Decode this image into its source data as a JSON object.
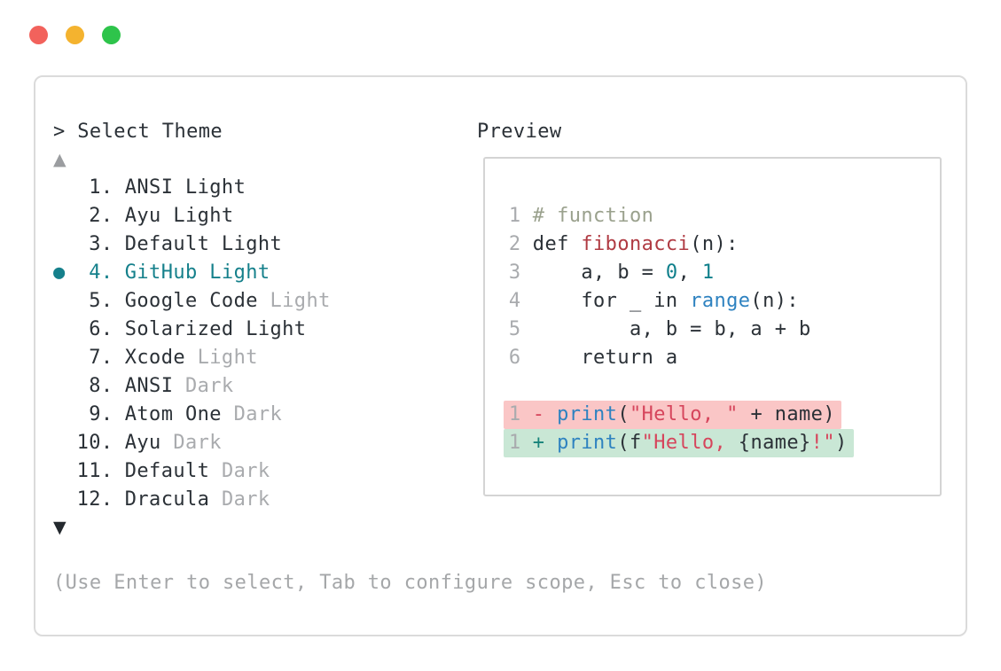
{
  "window_controls": {
    "buttons": [
      {
        "name": "close",
        "color": "#F2625C"
      },
      {
        "name": "minimize",
        "color": "#F4B32F"
      },
      {
        "name": "zoom",
        "color": "#2EC44B"
      }
    ]
  },
  "picker": {
    "title": "> Select Theme",
    "up_arrow": "▲",
    "down_arrow": "▼",
    "items": [
      {
        "number": "1.",
        "name": "ANSI Light",
        "variant": "",
        "selected": false
      },
      {
        "number": "2.",
        "name": "Ayu Light",
        "variant": "",
        "selected": false
      },
      {
        "number": "3.",
        "name": "Default Light",
        "variant": "",
        "selected": false
      },
      {
        "number": "4.",
        "name": "GitHub Light",
        "variant": "",
        "selected": true
      },
      {
        "number": "5.",
        "name": "Google Code",
        "variant": "Light",
        "selected": false
      },
      {
        "number": "6.",
        "name": "Solarized Light",
        "variant": "",
        "selected": false
      },
      {
        "number": "7.",
        "name": "Xcode",
        "variant": "Light",
        "selected": false
      },
      {
        "number": "8.",
        "name": "ANSI",
        "variant": "Dark",
        "selected": false
      },
      {
        "number": "9.",
        "name": "Atom One",
        "variant": "Dark",
        "selected": false
      },
      {
        "number": "10.",
        "name": "Ayu",
        "variant": "Dark",
        "selected": false
      },
      {
        "number": "11.",
        "name": "Default",
        "variant": "Dark",
        "selected": false
      },
      {
        "number": "12.",
        "name": "Dracula",
        "variant": "Dark",
        "selected": false
      }
    ],
    "help": "(Use Enter to select, Tab to configure scope, Esc to close)"
  },
  "preview": {
    "label": "Preview",
    "lines": [
      {
        "no": "1",
        "diff": "",
        "tokens": [
          [
            "comment",
            "# function"
          ]
        ]
      },
      {
        "no": "2",
        "diff": "",
        "tokens": [
          [
            "plain",
            "def "
          ],
          [
            "func",
            "fibonacci"
          ],
          [
            "plain",
            "(n):"
          ]
        ]
      },
      {
        "no": "3",
        "diff": "",
        "tokens": [
          [
            "plain",
            "    a, b = "
          ],
          [
            "number",
            "0"
          ],
          [
            "plain",
            ", "
          ],
          [
            "number",
            "1"
          ]
        ]
      },
      {
        "no": "4",
        "diff": "",
        "tokens": [
          [
            "plain",
            "    for _ in "
          ],
          [
            "call",
            "range"
          ],
          [
            "plain",
            "(n):"
          ]
        ]
      },
      {
        "no": "5",
        "diff": "",
        "tokens": [
          [
            "plain",
            "        a, b = b, a + b"
          ]
        ]
      },
      {
        "no": "6",
        "diff": "",
        "tokens": [
          [
            "plain",
            "    return a"
          ]
        ]
      },
      {
        "no": "",
        "diff": "",
        "tokens": []
      },
      {
        "no": "1",
        "diff": "removed",
        "tokens": [
          [
            "minus",
            "- "
          ],
          [
            "call",
            "print"
          ],
          [
            "plain",
            "("
          ],
          [
            "string",
            "\"Hello, \""
          ],
          [
            "plain",
            " + name)"
          ]
        ]
      },
      {
        "no": "1",
        "diff": "added",
        "tokens": [
          [
            "plus",
            "+ "
          ],
          [
            "call",
            "print"
          ],
          [
            "plain",
            "(f"
          ],
          [
            "string",
            "\"Hello, "
          ],
          [
            "plain",
            "{name}"
          ],
          [
            "string",
            "!\""
          ],
          [
            "plain",
            ")"
          ]
        ]
      }
    ]
  },
  "colors": {
    "text": "#2B3137",
    "muted": "#A9ABAE",
    "accent_teal": "#15808B",
    "help_text": "#A5A7A9",
    "line_number": "#A9ABAE",
    "scroll_up_arrow": "#9B9DA0",
    "scroll_down_arrow": "#24292E",
    "window_border": "#DBDBDB",
    "panel_border": "#D4D4D4",
    "traffic_red": "#F2625C",
    "traffic_yellow": "#F4B32F",
    "traffic_green": "#2EC44B",
    "diff_removed_bg": "#FAC6C6",
    "diff_added_bg": "#C9E7D5",
    "tokens": {
      "plain": "#2B3137",
      "comment": "#9AA18D",
      "func": "#B03B43",
      "number": "#0F7F8B",
      "call": "#2E82C0",
      "string": "#D6455C",
      "minus": "#D6455C",
      "plus": "#17837A"
    }
  }
}
